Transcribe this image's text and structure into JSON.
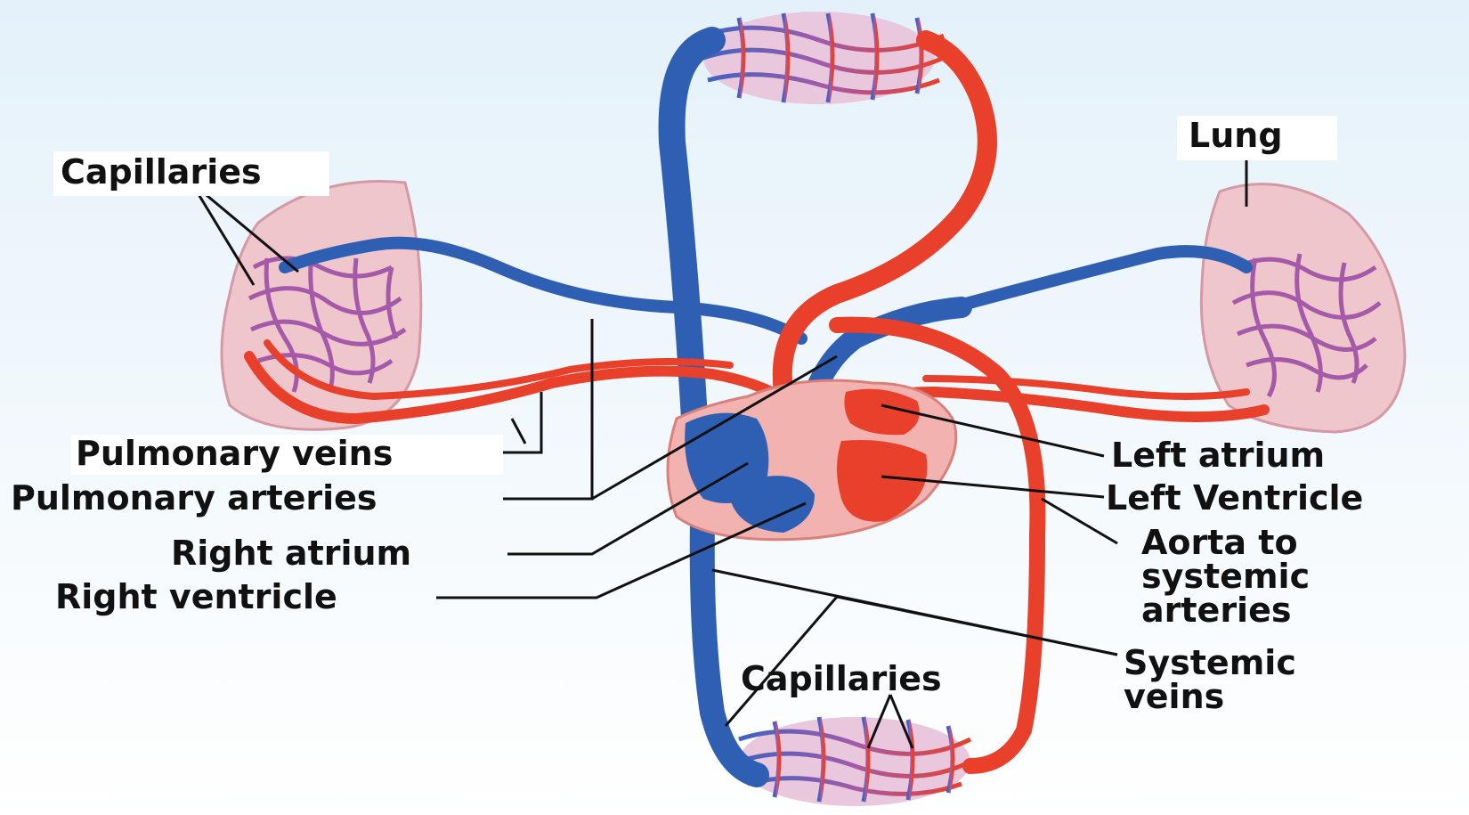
{
  "labels": {
    "capillaries_top": "Capillaries",
    "lung": "Lung",
    "pulmonary_veins": "Pulmonary veins",
    "pulmonary_arteries": "Pulmonary arteries",
    "right_atrium": "Right atrium",
    "right_ventricle": "Right ventricle",
    "left_atrium": "Left atrium",
    "left_ventricle": "Left Ventricle",
    "aorta": [
      "Aorta to",
      "systemic",
      "arteries"
    ],
    "systemic_veins": [
      "Systemic",
      "veins"
    ],
    "capillaries_bottom": "Capillaries"
  },
  "colors": {
    "background_top": "#e4f1fa",
    "deoxygenated": "#2f5fb3",
    "oxygenated": "#e8402a",
    "capillary": "#a45aa8",
    "lung_tissue": "#efc6cc",
    "heart_wall": "#f2b3b0",
    "leader_line": "#111111"
  }
}
